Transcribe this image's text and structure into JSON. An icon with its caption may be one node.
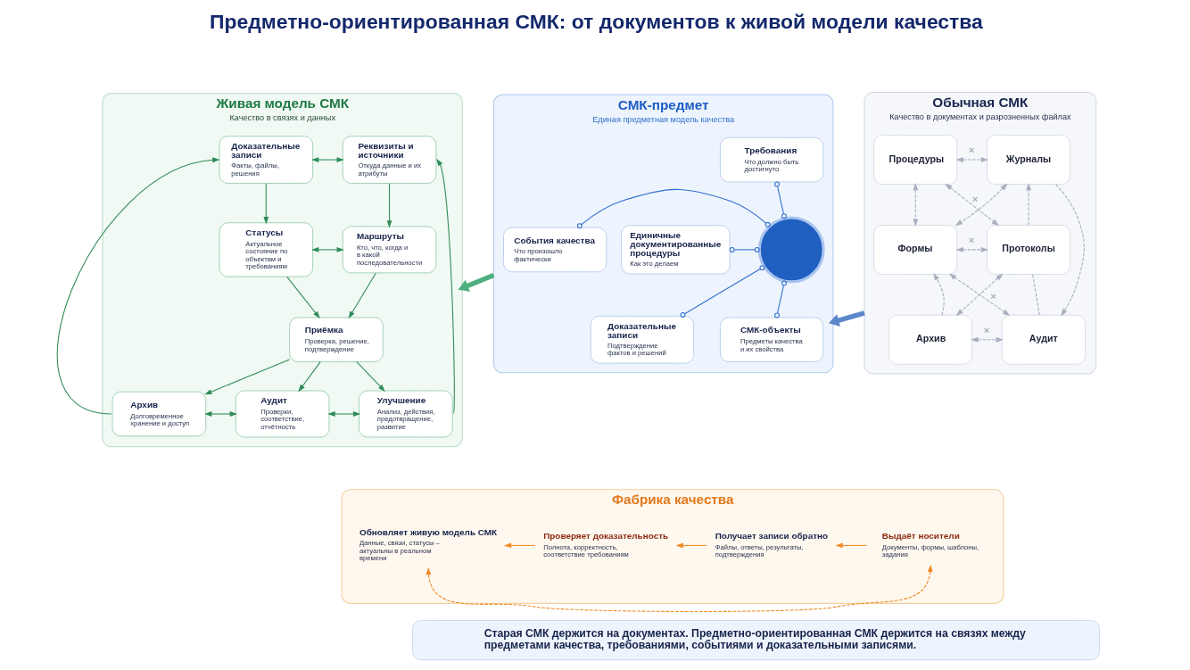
{
  "diagram": {
    "title": "Предметно-ориентированная СМК: от документов к живой модели качества",
    "nodes": [
      {
        "text": [
          "Обычная СМК",
          "Качество в документах и разрозненных файлах"
        ]
      },
      {
        "text": [
          "Процедуры"
        ],
        "in": 0
      },
      {
        "text": [
          "Журналы"
        ],
        "in": 0
      },
      {
        "text": [
          "Формы"
        ],
        "in": 0
      },
      {
        "text": [
          "Протоколы"
        ],
        "in": 0
      },
      {
        "text": [
          "Архив"
        ],
        "in": 0
      },
      {
        "text": [
          "Аудит"
        ],
        "in": 0
      },
      {
        "text": [
          "СМК-предмет",
          "Единая предметная модель качества"
        ]
      },
      {
        "text": [
          "Требования",
          "Что должно быть достигнуто"
        ],
        "in": 7
      },
      {
        "text": [
          "Единичные документированные процедуры",
          "Как это делаем"
        ],
        "in": 7
      },
      {
        "text": [
          "События качества",
          "Что произошло фактически"
        ],
        "in": 7
      },
      {
        "text": [],
        "shape": "circle",
        "in": 7
      },
      {
        "text": [
          "СМК-объекты",
          "Предметы качества и их свойства"
        ],
        "in": 7
      },
      {
        "text": [
          "Доказательные записи",
          "Подтверждение фактов и решений"
        ],
        "in": 7
      },
      {
        "text": [
          "Живая модель СМК",
          "Качество в связях и данных"
        ]
      },
      {
        "text": [
          "Доказательные записи",
          "Факты, файлы, решения"
        ],
        "in": 14
      },
      {
        "text": [
          "Реквизиты и источники",
          "Откуда данные и их атрибуты"
        ],
        "in": 14
      },
      {
        "text": [
          "Статусы",
          "Актуальное состояние по объектам и требованиям"
        ],
        "in": 14
      },
      {
        "text": [
          "Маршруты",
          "Кто, что, когда и в какой последовательности"
        ],
        "in": 14
      },
      {
        "text": [
          "Приёмка",
          "Проверка, решение, подтверждение"
        ],
        "in": 14
      },
      {
        "text": [
          "Архив",
          "Долговременное хранение и доступ"
        ],
        "in": 14
      },
      {
        "text": [
          "Аудит",
          "Проверки, соответствие, отчётность"
        ],
        "in": 14
      },
      {
        "text": [
          "Улучшение",
          "Анализ, действия, предотвращение, развитие"
        ],
        "in": 14
      },
      {
        "text": [
          "Фабрика качества"
        ]
      },
      {
        "text": [
          "Выдаёт носители",
          "Документы, формы, шаблоны, задания"
        ],
        "in": 23
      },
      {
        "text": [
          "Получает записи обратно",
          "Файлы, ответы, результаты, подтверждения"
        ],
        "in": 23
      },
      {
        "text": [
          "Проверяет доказательность",
          "Полнота, корректность, соответствие требованиям"
        ],
        "in": 23
      },
      {
        "text": [
          "Обновляет живую модель СМК",
          "Данные, связи, статусы – актуальны в реальном времени"
        ],
        "in": 23
      },
      {
        "text": [
          "Старая СМК держится на документах. Предметно-ориентированная СМК держится на связях между предметами качества, требованиями, событиями и доказательными записями."
        ]
      }
    ],
    "edges": [
      {
        "from": 1,
        "to": 2,
        "arrow": "both",
        "style": "dashed",
        "color": "#a7afbd",
        "label": "×"
      },
      {
        "from": 1,
        "to": 3,
        "arrow": "both",
        "style": "dashed",
        "color": "#a7afbd"
      },
      {
        "from": 4,
        "to": 2,
        "arrow": "to",
        "style": "dashed",
        "color": "#a7afbd"
      },
      {
        "from": 1,
        "to": 4,
        "arrow": "both",
        "style": "dashed",
        "color": "#a7afbd",
        "label": "×"
      },
      {
        "from": 2,
        "to": 3,
        "arrow": "both",
        "style": "dashed",
        "color": "#a7afbd"
      },
      {
        "from": 3,
        "to": 4,
        "arrow": "both",
        "style": "dashed",
        "color": "#a7afbd",
        "label": "×"
      },
      {
        "from": 5,
        "to": 3,
        "arrow": "to",
        "style": "dashed",
        "color": "#a7afbd"
      },
      {
        "from": 4,
        "to": 6,
        "arrow": "none",
        "style": "dashed",
        "color": "#a7afbd"
      },
      {
        "from": 2,
        "to": 6,
        "arrow": "to",
        "style": "dashed",
        "color": "#a7afbd"
      },
      {
        "from": 3,
        "to": 6,
        "arrow": "both",
        "style": "dashed",
        "color": "#a7afbd",
        "label": "×"
      },
      {
        "from": 4,
        "to": 5,
        "arrow": "both",
        "style": "dashed",
        "color": "#a7afbd"
      },
      {
        "from": 5,
        "to": 6,
        "arrow": "both",
        "style": "dashed",
        "color": "#a7afbd",
        "label": "×"
      },
      {
        "from": 0,
        "to": 7,
        "arrow": "to",
        "style": "thick",
        "color": "#5b86c9"
      },
      {
        "from": 8,
        "to": 11,
        "arrow": "other",
        "color": "#2f6fd0"
      },
      {
        "from": 9,
        "to": 11,
        "arrow": "other",
        "color": "#2f6fd0"
      },
      {
        "from": 11,
        "to": 10,
        "arrow": "other",
        "color": "#2f6fd0"
      },
      {
        "from": 11,
        "to": 12,
        "arrow": "other",
        "color": "#2f6fd0"
      },
      {
        "from": 11,
        "to": 13,
        "arrow": "other",
        "color": "#2f6fd0"
      },
      {
        "from": 7,
        "to": 14,
        "arrow": "to",
        "style": "thick",
        "color": "#4caf7d"
      },
      {
        "from": 15,
        "to": 16,
        "arrow": "both"
      },
      {
        "from": 15,
        "to": 17,
        "arrow": "to"
      },
      {
        "from": 16,
        "to": 18,
        "arrow": "to"
      },
      {
        "from": 17,
        "to": 18,
        "arrow": "both"
      },
      {
        "from": 17,
        "to": 19,
        "arrow": "to"
      },
      {
        "from": 18,
        "to": 19,
        "arrow": "to"
      },
      {
        "from": 19,
        "to": 20,
        "arrow": "to"
      },
      {
        "from": 19,
        "to": 21,
        "arrow": "to"
      },
      {
        "from": 19,
        "to": 22,
        "arrow": "to"
      },
      {
        "from": 20,
        "to": 21,
        "arrow": "both"
      },
      {
        "from": 21,
        "to": 22,
        "arrow": "both"
      },
      {
        "from": 20,
        "to": 15,
        "arrow": "to"
      },
      {
        "from": 22,
        "to": 16,
        "arrow": "to"
      },
      {
        "from": 24,
        "to": 25,
        "arrow": "to",
        "color": "#f08a24"
      },
      {
        "from": 25,
        "to": 26,
        "arrow": "to",
        "color": "#f08a24"
      },
      {
        "from": 26,
        "to": 27,
        "arrow": "to",
        "color": "#f08a24"
      },
      {
        "from": 24,
        "to": 27,
        "arrow": "both",
        "style": "dashed",
        "color": "#f08a24"
      }
    ]
  }
}
